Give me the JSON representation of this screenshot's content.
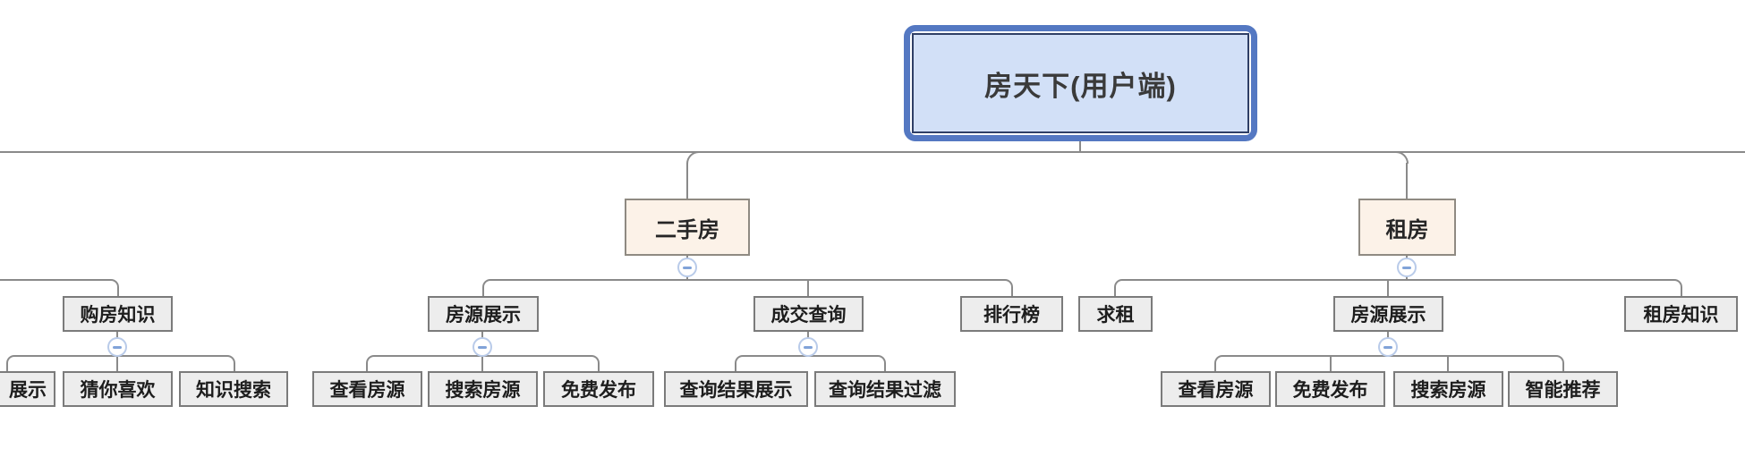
{
  "app": {
    "view": "mind-map-canvas"
  },
  "colors": {
    "connector": "#8a8a8a",
    "node_fill": "#ededed",
    "node_border": "#7b7b7b",
    "branch_fill": "#fcf2e8",
    "branch_border": "#8f8a82",
    "root_fill": "#d2e0f7",
    "root_border_outer": "#5478c2",
    "root_border_inner": "#2f3f66",
    "collapse_ring": "#b9cbe9",
    "collapse_minus": "#81a3d8",
    "text": "#1d1d1d"
  },
  "icons": {
    "collapse_icon": "minus-in-circle"
  },
  "root": {
    "label": "房天下(用户端)"
  },
  "left_group": {
    "label": "购房知识",
    "children": [
      "展示",
      "猜你喜欢",
      "知识搜索"
    ]
  },
  "branches": [
    {
      "label": "二手房",
      "children": [
        {
          "label": "房源展示",
          "children": [
            "查看房源",
            "搜索房源",
            "免费发布"
          ]
        },
        {
          "label": "成交查询",
          "children": [
            "查询结果展示",
            "查询结果过滤"
          ]
        },
        {
          "label": "排行榜",
          "children": []
        }
      ]
    },
    {
      "label": "租房",
      "children": [
        {
          "label": "求租",
          "children": []
        },
        {
          "label": "房源展示",
          "children": [
            "查看房源",
            "免费发布",
            "搜索房源",
            "智能推荐"
          ]
        },
        {
          "label": "租房知识",
          "children": []
        }
      ]
    }
  ]
}
